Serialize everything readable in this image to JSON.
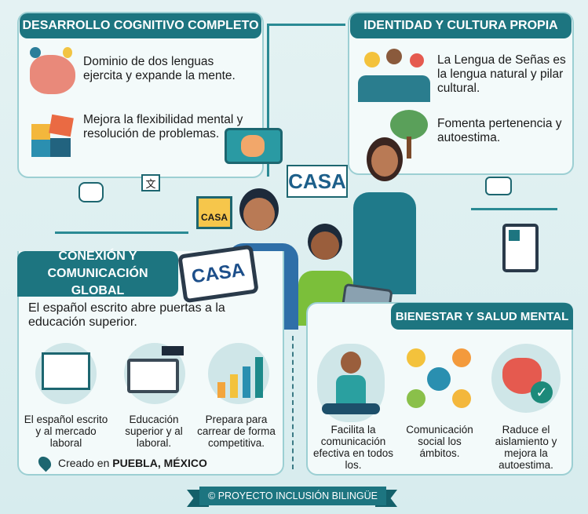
{
  "cognitive": {
    "title": "DESARROLLO COGNITIVO COMPLETO",
    "item1": "Dominio de dos lenguas ejercita y expande la mente.",
    "item2": "Mejora la flexibilidad mental y resolución de problemas."
  },
  "identity": {
    "title": "IDENTIDAD Y CULTURA PROPIA",
    "item1": "La Lengua de Señas es la lengua natural y pilar cultural.",
    "item2": "Fomenta pertenencia y autoestima."
  },
  "center": {
    "sign1": "CASA",
    "sign2": "CASA",
    "sign3": "CASA"
  },
  "global": {
    "title": "CONEXIÓN Y COMUNICACIÓN GLOBAL",
    "intro": "El español escrito abre puertas a la educación superior.",
    "items": [
      "El español escrito y al mercado laboral",
      "Educación superior y al laboral.",
      "Prepara para carrear de forma competitiva."
    ],
    "location_prefix": "Creado en",
    "location": "PUEBLA, MÉXICO"
  },
  "wellbeing": {
    "title": "BIENESTAR Y SALUD MENTAL",
    "items": [
      "Facilita la comunicación efectiva en todos los.",
      "Comunicación social los ámbitos.",
      "Raduce el aislamiento y mejora la autoestima."
    ]
  },
  "footer": {
    "label": "© PROYECTO INCLUSIÓN BILINGÜE"
  }
}
